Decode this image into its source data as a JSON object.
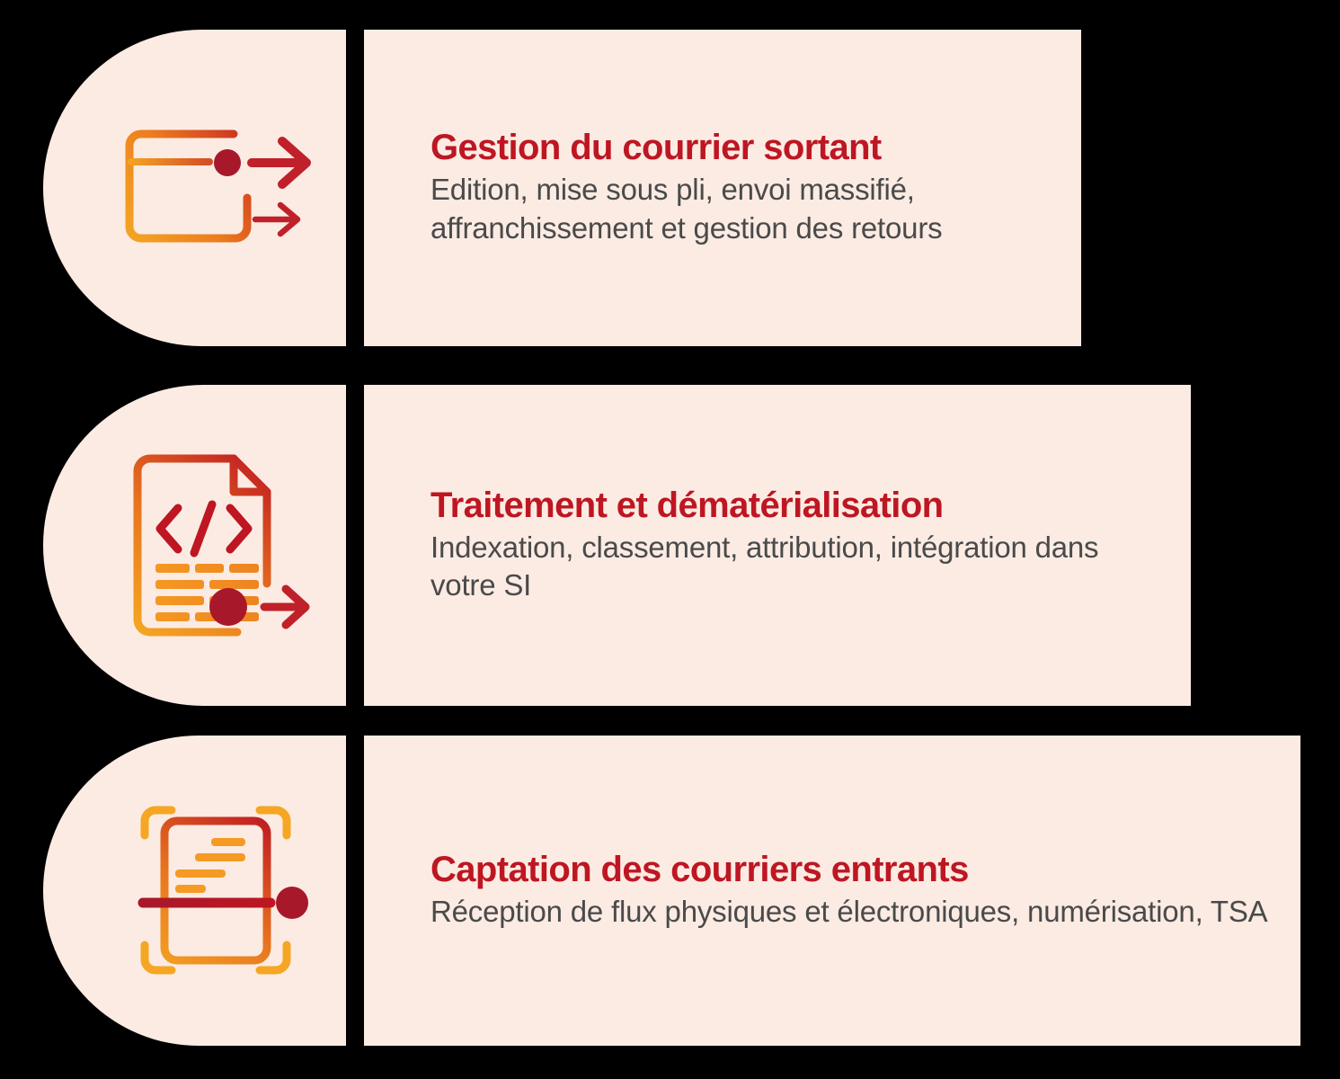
{
  "page": {
    "background_color": "#000000",
    "panel_color": "#FBEBE3",
    "title_color": "#BE1622",
    "body_color": "#4A4A4A",
    "gradient_start": "#F59A23",
    "gradient_end": "#BE1622"
  },
  "cards": [
    {
      "icon": "outgoing-mail-icon",
      "title": "Gestion du courrier sortant",
      "description": "Edition, mise sous pli, envoi massifié, affranchissement et gestion des retours"
    },
    {
      "icon": "document-code-dematerialization-icon",
      "title": "Traitement et dématérialisation",
      "description": "Indexation, classement, attribution, intégration dans votre SI"
    },
    {
      "icon": "scan-document-icon",
      "title": "Captation des courriers entrants",
      "description": "Réception de flux physiques et électroniques, numérisation, TSA"
    }
  ]
}
